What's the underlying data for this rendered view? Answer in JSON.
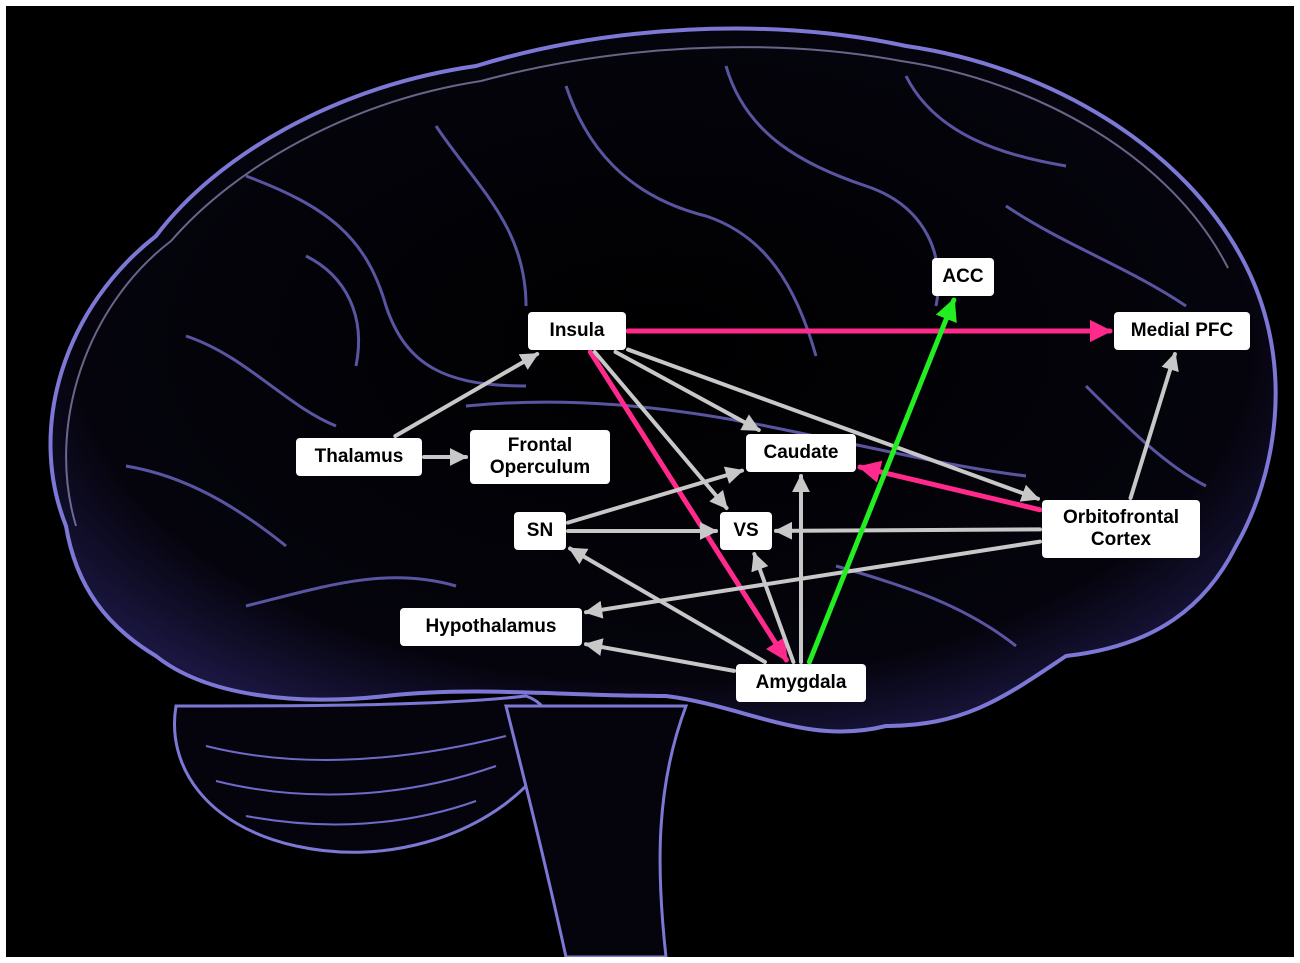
{
  "nodes": [
    {
      "id": "insula",
      "label": "Insula"
    },
    {
      "id": "acc",
      "label": "ACC"
    },
    {
      "id": "medial_pfc",
      "label": "Medial PFC"
    },
    {
      "id": "thalamus",
      "label": "Thalamus"
    },
    {
      "id": "frontal_operculum",
      "label": "Frontal\nOperculum"
    },
    {
      "id": "caudate",
      "label": "Caudate"
    },
    {
      "id": "sn",
      "label": "SN"
    },
    {
      "id": "vs",
      "label": "VS"
    },
    {
      "id": "orbitofrontal_cortex",
      "label": "Orbitofrontal\nCortex"
    },
    {
      "id": "hypothalamus",
      "label": "Hypothalamus"
    },
    {
      "id": "amygdala",
      "label": "Amygdala"
    }
  ],
  "edges": [
    {
      "from": "thalamus",
      "to": "insula",
      "color": "gray"
    },
    {
      "from": "thalamus",
      "to": "frontal_operculum",
      "color": "gray"
    },
    {
      "from": "insula",
      "to": "medial_pfc",
      "color": "magenta"
    },
    {
      "from": "insula",
      "to": "amygdala",
      "color": "magenta"
    },
    {
      "from": "insula",
      "to": "caudate",
      "color": "gray"
    },
    {
      "from": "insula",
      "to": "vs",
      "color": "gray"
    },
    {
      "from": "insula",
      "to": "orbitofrontal_cortex",
      "color": "gray"
    },
    {
      "from": "sn",
      "to": "caudate",
      "color": "gray"
    },
    {
      "from": "sn",
      "to": "vs",
      "color": "gray"
    },
    {
      "from": "orbitofrontal_cortex",
      "to": "caudate",
      "color": "magenta"
    },
    {
      "from": "orbitofrontal_cortex",
      "to": "vs",
      "color": "gray"
    },
    {
      "from": "orbitofrontal_cortex",
      "to": "medial_pfc",
      "color": "gray"
    },
    {
      "from": "orbitofrontal_cortex",
      "to": "hypothalamus",
      "color": "gray"
    },
    {
      "from": "amygdala",
      "to": "acc",
      "color": "green"
    },
    {
      "from": "amygdala",
      "to": "caudate",
      "color": "gray"
    },
    {
      "from": "amygdala",
      "to": "vs",
      "color": "gray"
    },
    {
      "from": "amygdala",
      "to": "sn",
      "color": "gray"
    },
    {
      "from": "amygdala",
      "to": "hypothalamus",
      "color": "gray"
    }
  ],
  "colors": {
    "background": "#000000",
    "brain_outline": "#7d78d6",
    "brain_highlight": "#b9b6f0",
    "node_fill": "#ffffff",
    "node_text": "#000000",
    "edge_gray": "#c8c8c8",
    "edge_magenta": "#ff2a8c",
    "edge_green": "#22ee22"
  }
}
